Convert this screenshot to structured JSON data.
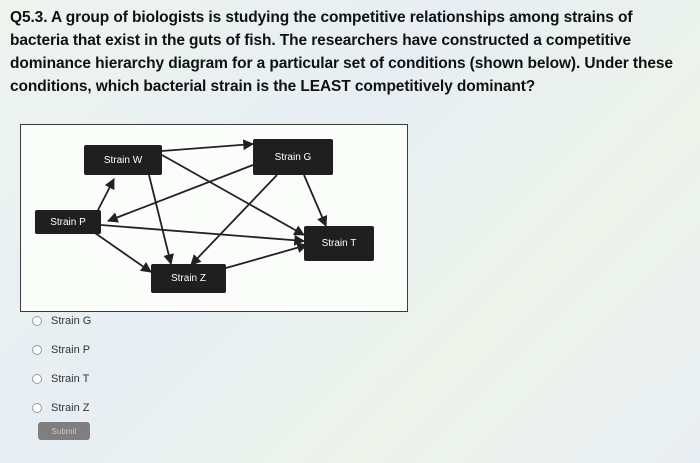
{
  "question": {
    "text": "Q5.3. A group of biologists is studying the competitive relationships among strains of bacteria that exist in the guts of fish. The researchers have constructed a competitive dominance hierarchy diagram for a particular set of conditions (shown below). Under these conditions, which bacterial strain is the LEAST competitively dominant?"
  },
  "diagram": {
    "nodes": {
      "w": "Strain W",
      "g": "Strain G",
      "p": "Strain P",
      "t": "Strain T",
      "z": "Strain Z"
    }
  },
  "options": [
    "Strain G",
    "Strain P",
    "Strain T",
    "Strain Z"
  ],
  "submit_label": "Submit"
}
